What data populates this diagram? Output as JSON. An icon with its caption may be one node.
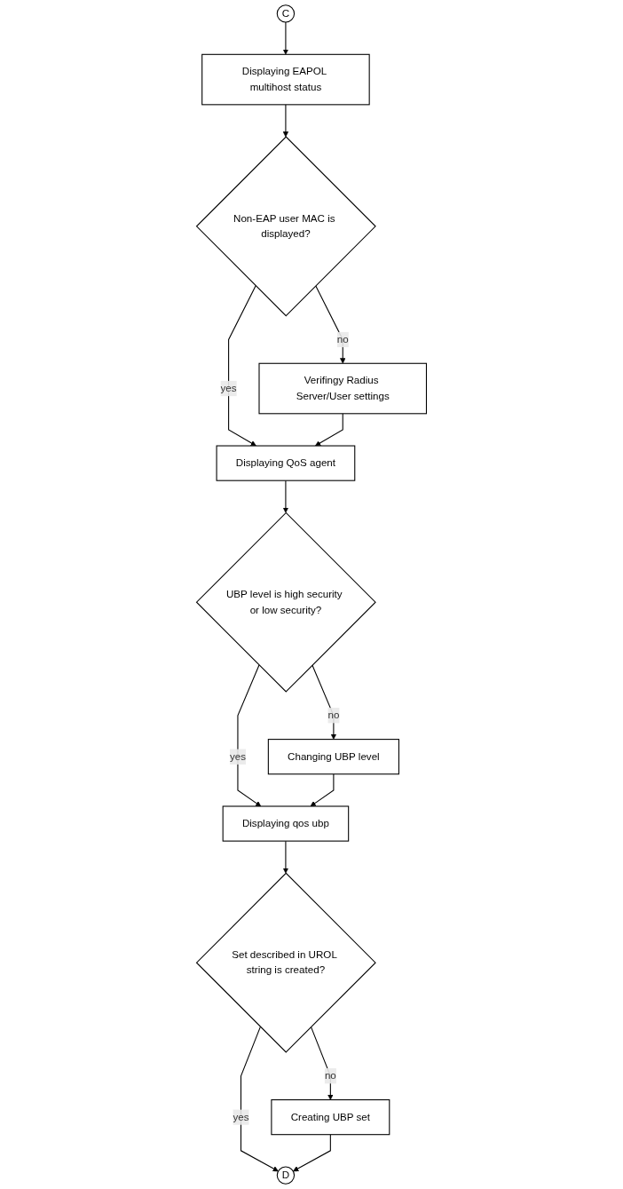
{
  "diagram": {
    "nodes": [
      {
        "text": [
          "C"
        ]
      },
      {
        "text": [
          "Displaying EAPOL multihost status"
        ]
      },
      {
        "text": [
          "Non-EAP user MAC is displayed?"
        ]
      },
      {
        "text": [
          "Verifingy Radius Server/User settings"
        ]
      },
      {
        "text": [
          "Displaying QoS agent"
        ]
      },
      {
        "text": [
          "UBP level is high security or low security?"
        ]
      },
      {
        "text": [
          "Changing UBP level"
        ]
      },
      {
        "text": [
          "Displaying qos ubp"
        ]
      },
      {
        "text": [
          "Set described in UROL string is created?"
        ]
      },
      {
        "text": [
          "Creating UBP set"
        ]
      },
      {
        "text": [
          "D"
        ]
      }
    ],
    "edges": [
      {
        "from": 0,
        "to": 1,
        "arrow": "to"
      },
      {
        "from": 1,
        "to": 2,
        "arrow": "to"
      },
      {
        "from": 2,
        "to": 3,
        "arrow": "to",
        "label": "no"
      },
      {
        "from": 2,
        "to": 4,
        "arrow": "to",
        "label": "yes"
      },
      {
        "from": 3,
        "to": 4,
        "arrow": "to"
      },
      {
        "from": 4,
        "to": 5,
        "arrow": "to"
      },
      {
        "from": 5,
        "to": 6,
        "arrow": "to",
        "label": "no"
      },
      {
        "from": 5,
        "to": 7,
        "arrow": "to",
        "label": "yes"
      },
      {
        "from": 6,
        "to": 7,
        "arrow": "to"
      },
      {
        "from": 7,
        "to": 8,
        "arrow": "to"
      },
      {
        "from": 8,
        "to": 9,
        "arrow": "to",
        "label": "no"
      },
      {
        "from": 8,
        "to": 10,
        "arrow": "to",
        "label": "yes"
      },
      {
        "from": 9,
        "to": 10,
        "arrow": "to"
      }
    ]
  }
}
